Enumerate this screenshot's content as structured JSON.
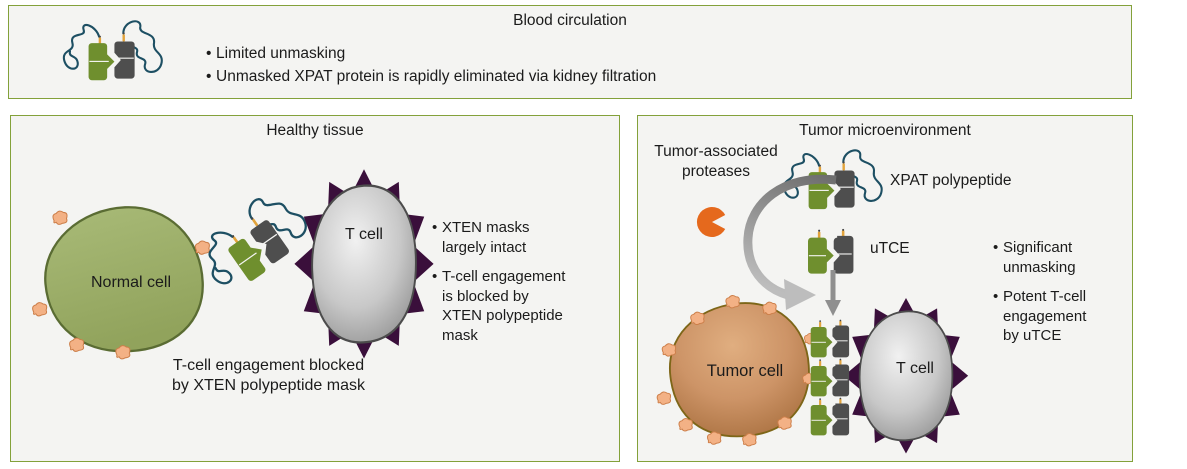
{
  "colors": {
    "panel_border": "#83a13a",
    "panel_bg": "#f4f4f2",
    "text": "#1b1b1b",
    "xten_mask_teal": "#1d4f63",
    "green_block": "#6f8f2e",
    "grey_block": "#4e4e4e",
    "linker_orange": "#e2a33c",
    "protease_orange": "#e5691d",
    "normal_cell_green": "#9fb26d",
    "tumor_cell_brown": "#c08457",
    "t_cell_grey": "#bdbdbd",
    "spike_purple": "#3a0f3b",
    "antigen_peach": "#f3b185"
  },
  "icons": {
    "blood_molecule": "xpat-masked-molecule-icon",
    "protease": "protease-pacman-icon",
    "cleavage": "curved-arrow-icon",
    "binding": "down-arrow-icon"
  },
  "blood_panel": {
    "title": "Blood circulation",
    "bullets": [
      "Limited unmasking",
      "Unmasked XPAT protein is rapidly eliminated via kidney filtration"
    ]
  },
  "healthy_panel": {
    "title": "Healthy tissue",
    "normal_cell_label": "Normal cell",
    "t_cell_label": "T cell",
    "bullet1_lines": [
      "XTEN masks",
      "largely intact"
    ],
    "bullet2_lines": [
      "T-cell engagement",
      "is blocked by",
      "XTEN polypeptide",
      "mask"
    ],
    "caption_lines": [
      "T-cell engagement blocked",
      "by XTEN polypeptide mask"
    ]
  },
  "tumor_panel": {
    "title": "Tumor microenvironment",
    "proteases_lines": [
      "Tumor-associated",
      "proteases"
    ],
    "xpat_label": "XPAT polypeptide",
    "utce_label": "uTCE",
    "tumor_cell_label": "Tumor cell",
    "t_cell_label": "T cell",
    "bullet1_lines": [
      "Significant",
      "unmasking"
    ],
    "bullet2_lines": [
      "Potent T-cell",
      "engagement",
      "by uTCE"
    ]
  }
}
